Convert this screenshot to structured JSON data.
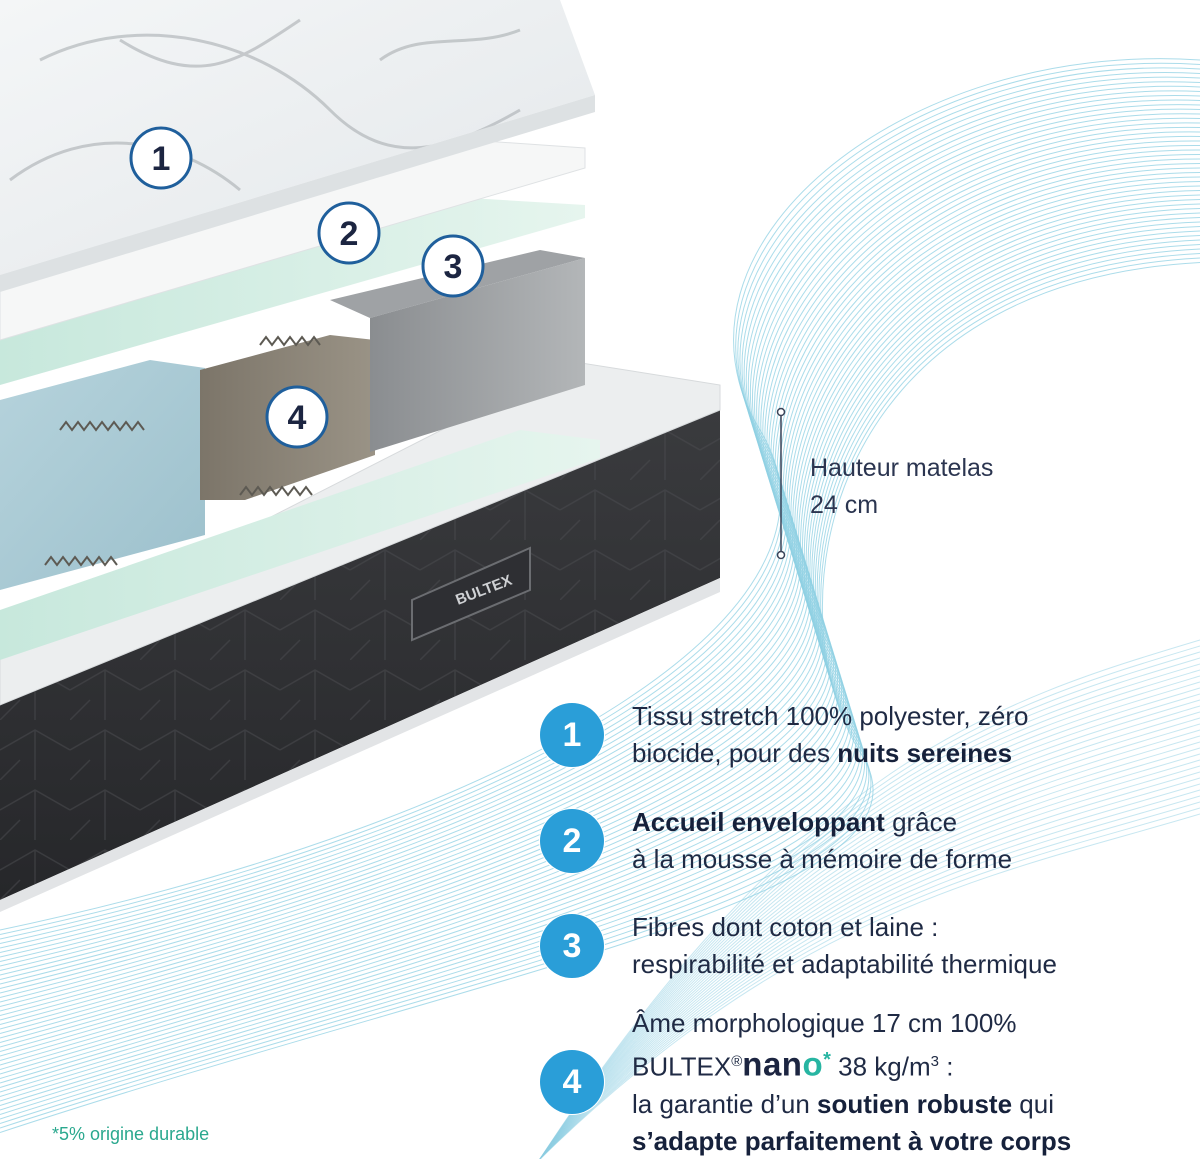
{
  "illustration": {
    "markers": [
      "1",
      "2",
      "3",
      "4"
    ],
    "brand_label": "BULTEX"
  },
  "height": {
    "line1": "Hauteur matelas",
    "line2": "24 cm"
  },
  "features": [
    {
      "number": "1",
      "pre": "Tissu stretch 100% polyester, zéro",
      "line2_pre": "biocide, pour des ",
      "bold": "nuits sereines"
    },
    {
      "number": "2",
      "bold": "Accueil enveloppant",
      "post": " grâce",
      "line2": "à la mousse à mémoire de forme"
    },
    {
      "number": "3",
      "line1": "Fibres dont coton et laine :",
      "line2": "respirabilité et adaptabilité thermique"
    },
    {
      "number": "4",
      "line1": "Âme morphologique 17 cm 100%",
      "brand": "BULTEX",
      "registered": "®",
      "nano_a": "nan",
      "nano_b": "o",
      "star": "*",
      "density": " 38 kg/m",
      "cube": "3",
      "density_post": " :",
      "line3_pre": "la garantie d’un ",
      "line3_bold": "soutien robuste",
      "line3_post": " qui",
      "line4_bold": "s’adapte parfaitement à votre corps"
    }
  ],
  "footnote": "*5% origine durable",
  "colors": {
    "badge": "#2a9ed8",
    "wave": "#8fd0e3",
    "accent_green": "#27b5a2",
    "text": "#1f2a44"
  }
}
